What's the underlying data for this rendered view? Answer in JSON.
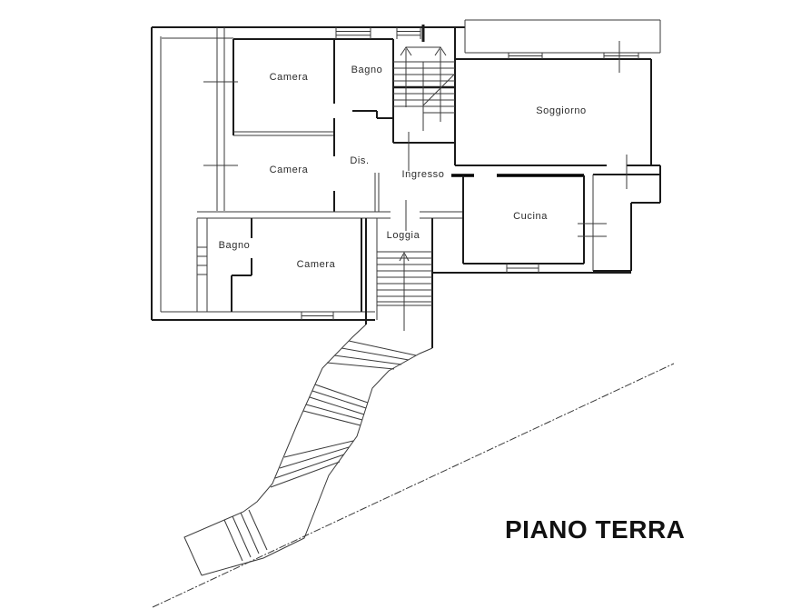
{
  "canvas": {
    "background_color": "#ffffff",
    "wall_color": "#1a1a1a",
    "thin_line_color": "#3a3a3a",
    "text_color": "#2b2b2b",
    "title_color": "#111111"
  },
  "floor_title": "PIANO TERRA",
  "rooms": [
    {
      "name": "Camera"
    },
    {
      "name": "Bagno"
    },
    {
      "name": "Camera"
    },
    {
      "name": "Dis."
    },
    {
      "name": "Ingresso"
    },
    {
      "name": "Soggiorno"
    },
    {
      "name": "Cucina"
    },
    {
      "name": "Bagno"
    },
    {
      "name": "Camera"
    },
    {
      "name": "Loggia"
    }
  ]
}
